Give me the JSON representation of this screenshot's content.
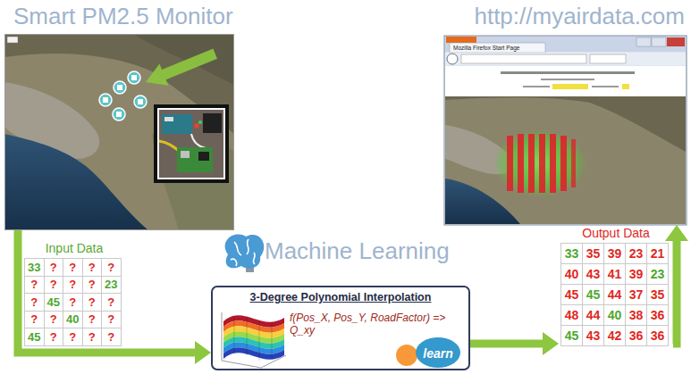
{
  "diagram": {
    "nodes": [
      {
        "text": [
          "Smart PM2.5 Monitor"
        ]
      },
      {
        "text": [
          "http://myairdata.com"
        ]
      },
      {
        "text": [
          "Input Data"
        ]
      },
      {
        "text": [
          "Output Data"
        ]
      },
      {
        "text": [
          "3-Degree Polynomial Interpolation",
          "f(Pos_X, Pos_Y, RoadFactor) => Q_xy",
          "learn"
        ]
      }
    ],
    "edges": [
      {
        "from": 0,
        "to": 4,
        "arrow": "to"
      },
      {
        "from": 4,
        "to": 3,
        "arrow": "to"
      },
      {
        "from": 3,
        "to": 1,
        "arrow": "to"
      }
    ],
    "labels": [
      "Mozilla Firefox Start Page",
      "Machine Learning",
      "33",
      "?",
      "?",
      "?",
      "?",
      "?",
      "?",
      "?",
      "?",
      "23",
      "?",
      "45",
      "?",
      "?",
      "?",
      "?",
      "?",
      "40",
      "?",
      "?",
      "45",
      "?",
      "?",
      "?",
      "?",
      "33",
      "35",
      "39",
      "23",
      "21",
      "40",
      "43",
      "41",
      "39",
      "23",
      "45",
      "45",
      "44",
      "37",
      "35",
      "48",
      "44",
      "40",
      "38",
      "36",
      "45",
      "43",
      "42",
      "36",
      "36"
    ]
  }
}
